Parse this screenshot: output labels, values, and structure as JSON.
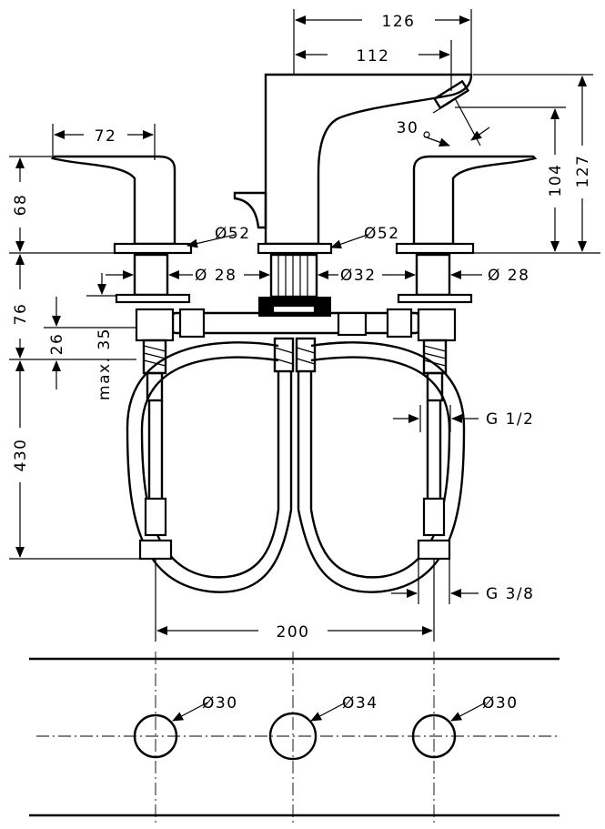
{
  "dimensions": {
    "spout_width": "126",
    "spout_reach": "112",
    "handle_width": "72",
    "spout_angle": "30",
    "handle_height": "68",
    "spout_outlet_height": "104",
    "spout_total_height": "127",
    "rosette_handle_left": "Ø52",
    "rosette_spout": "Ø52",
    "shank_left": "Ø 28",
    "shank_spout": "Ø32",
    "shank_right": "Ø 28",
    "shank_length": "76",
    "body_height": "26",
    "deck_thickness_max": "max. 35",
    "hose_length": "430",
    "inlet_thread": "G 1/2",
    "hose_thread": "G 3/8",
    "center_spacing": "200",
    "hole_left": "Ø30",
    "hole_center": "Ø34",
    "hole_right": "Ø30"
  }
}
